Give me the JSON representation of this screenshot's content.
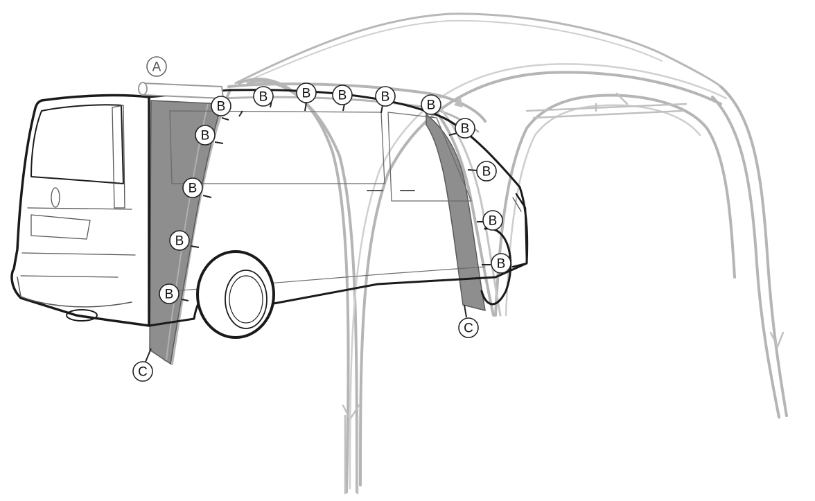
{
  "diagram": {
    "callouts": {
      "A": "A",
      "B": "B",
      "C": "C"
    },
    "colors": {
      "vehicle_outline": "#1a1a1a",
      "awning_frame": "#b5b5b5",
      "awning_frame_inner": "#d4d4d4",
      "side_panel_fill": "#8c8c8c",
      "background": "#ffffff"
    }
  }
}
